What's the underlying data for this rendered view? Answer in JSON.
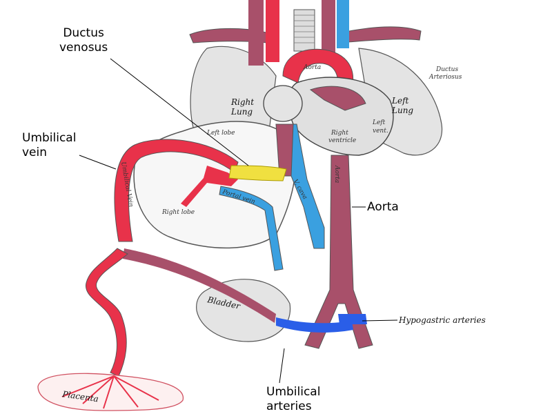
{
  "callouts": {
    "ductus_venosus": [
      "Ductus",
      "venosus"
    ],
    "umbilical_vein": [
      "Umbilical",
      "vein"
    ],
    "aorta": "Aorta",
    "umbilical_arteries": [
      "Umbilical",
      "arteries"
    ]
  },
  "engraved_labels": {
    "ductus_arteriosus": [
      "Ductus",
      "Arteriosus"
    ],
    "hypogastric_arteries": "Hypogastric arteries",
    "right_lung": [
      "Right",
      "Lung"
    ],
    "left_lung": [
      "Left",
      "Lung"
    ],
    "left_lobe": "Left lobe",
    "right_lobe": "Right lobe",
    "aorta_arch": "Aorta",
    "right_ventricle": [
      "Right",
      "ventricle"
    ],
    "left_ventricle": [
      "Left",
      "vent."
    ],
    "portal_vein": "Portal vein",
    "umbilical_vein_vessel": "Umbilical Vein",
    "bladder": "Bladder",
    "placenta": "Placenta",
    "vena_cava": "V. cava",
    "aorta_descending": "Aorta"
  },
  "colors": {
    "oxygenated": "#e8324a",
    "deoxygenated": "#3aa0e0",
    "mixed": "#a8506a",
    "ductus": "#f0e040",
    "hypogastric": "#2a5ee8",
    "organ_outline": "#555555"
  }
}
